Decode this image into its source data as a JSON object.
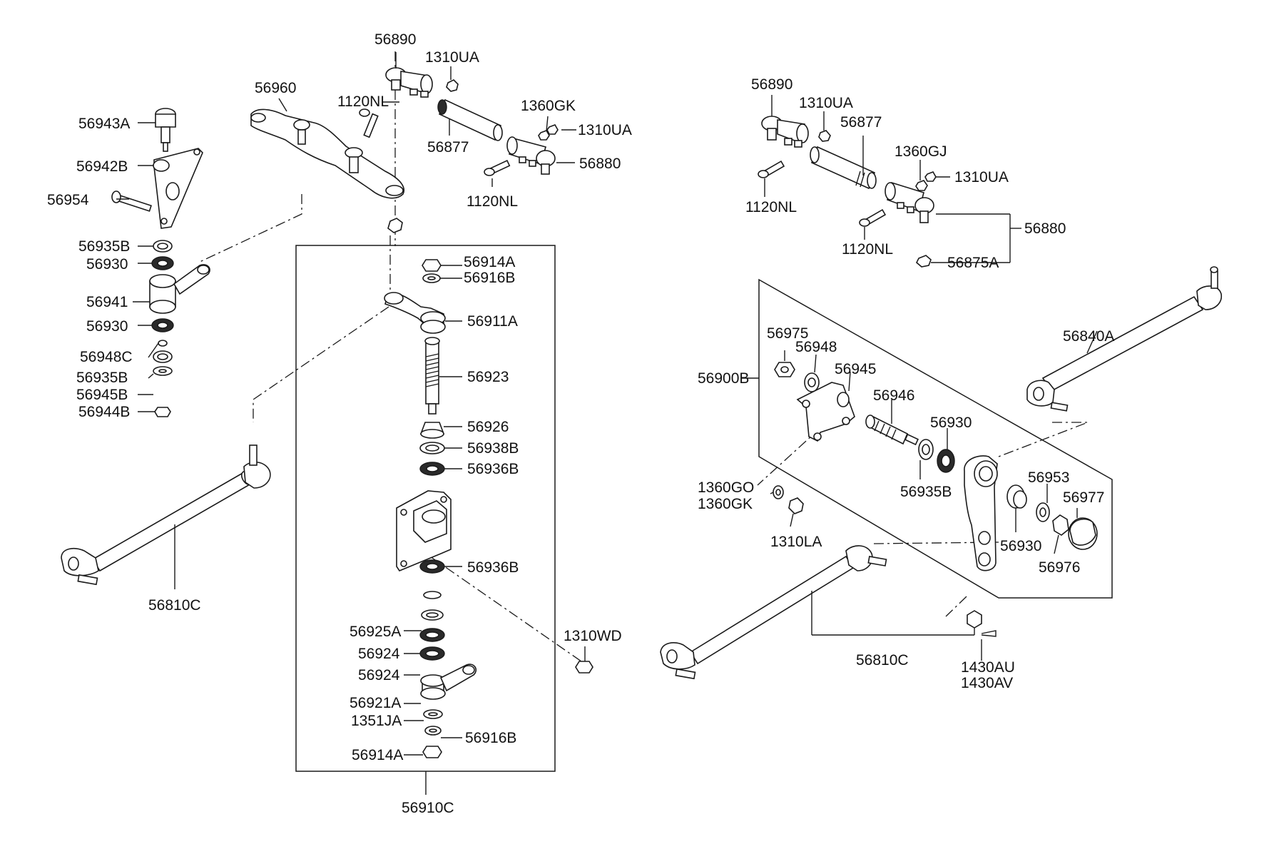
{
  "labels": {
    "p56890_a": "56890",
    "p1310UA_a": "1310UA",
    "p56960": "56960",
    "p1120NL_a": "1120NL",
    "p56943A": "56943A",
    "p1360GK_a": "1360GK",
    "p1310UA_b": "1310UA",
    "p56877_a": "56877",
    "p56942B": "56942B",
    "p56880_a": "56880",
    "p56954": "56954",
    "p1120NL_b": "1120NL",
    "p56935B_a": "56935B",
    "p56930_a": "56930",
    "p56914A_a": "56914A",
    "p56916B_a": "56916B",
    "p56941": "56941",
    "p56911A": "56911A",
    "p56930_b": "56930",
    "p56948C": "56948C",
    "p56923": "56923",
    "p56935B_b": "56935B",
    "p56945B": "56945B",
    "p56944B": "56944B",
    "p56926": "56926",
    "p56938B": "56938B",
    "p56936B_a": "56936B",
    "p56936B_b": "56936B",
    "p56810C_a": "56810C",
    "p1310WD": "1310WD",
    "p56925A": "56925A",
    "p56924_a": "56924",
    "p56924_b": "56924",
    "p56921A": "56921A",
    "p1351JA": "1351JA",
    "p56916B_b": "56916B",
    "p56914A_b": "56914A",
    "p56910C": "56910C",
    "p56890_b": "56890",
    "p1310UA_c": "1310UA",
    "p56877_b": "56877",
    "p1360GJ": "1360GJ",
    "p1310UA_d": "1310UA",
    "p1120NL_c": "1120NL",
    "p56880_b": "56880",
    "p1120NL_d": "1120NL",
    "p56875A": "56875A",
    "p56840A": "56840A",
    "p56975": "56975",
    "p56948": "56948",
    "p56945": "56945",
    "p56900B": "56900B",
    "p56946": "56946",
    "p56930_c": "56930",
    "p56953": "56953",
    "p56977": "56977",
    "p1360GO": "1360GO",
    "p1360GK_b": "1360GK",
    "p56935B_c": "56935B",
    "p1310LA": "1310LA",
    "p56930_d": "56930",
    "p56976": "56976",
    "p56810C_b": "56810C",
    "p1430AU": "1430AU",
    "p1430AV": "1430AV"
  }
}
